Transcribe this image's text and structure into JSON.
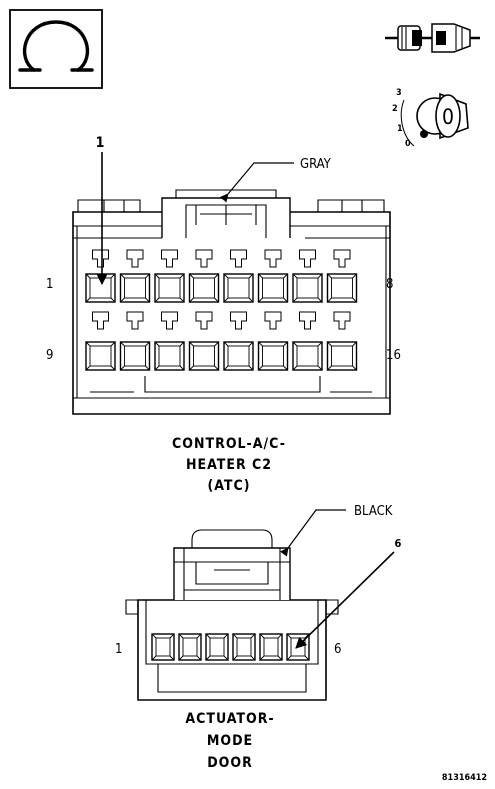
{
  "ohm_symbol": "Ω",
  "icons": [
    "ohmmeter-icon",
    "back-probe-connector-icon",
    "ignition-switch-icon"
  ],
  "ignition_positions": [
    "3",
    "2",
    "1",
    "0"
  ],
  "ignition_key_glyph": "0",
  "c2": {
    "callout": "1",
    "color": "GRAY",
    "pins": {
      "top_left": "1",
      "top_right": "8",
      "bottom_left": "9",
      "bottom_right": "16"
    },
    "title": [
      "CONTROL-A/C-",
      "HEATER C2",
      "(ATC)"
    ]
  },
  "actuator": {
    "callout": "6",
    "color": "BLACK",
    "pins": {
      "left": "1",
      "right": "6"
    },
    "title": [
      "ACTUATOR-",
      "MODE",
      "DOOR"
    ]
  },
  "figure_id": "81316412"
}
